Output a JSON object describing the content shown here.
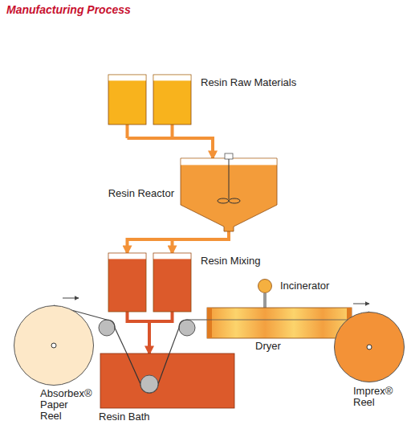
{
  "diagram": {
    "title": "Manufacturing Process",
    "nodes": [
      {
        "text": [
          "Resin Raw Materials"
        ]
      },
      {
        "text": [
          "Resin Reactor"
        ]
      },
      {
        "text": [
          "Resin Mixing"
        ]
      },
      {
        "text": [
          "Absorbex® Paper Reel"
        ]
      },
      {
        "text": [
          "Resin Bath"
        ]
      },
      {
        "text": [
          "Incinerator"
        ]
      },
      {
        "text": [
          "Dryer"
        ]
      },
      {
        "text": [
          "Imprex® Reel"
        ]
      }
    ],
    "edges": [
      {
        "from": 0,
        "to": 1,
        "arrow": "to"
      },
      {
        "from": 1,
        "to": 2,
        "arrow": "to"
      },
      {
        "from": 2,
        "to": 4,
        "arrow": "to"
      },
      {
        "from": 3,
        "to": 4,
        "arrow": "none"
      },
      {
        "from": 4,
        "to": 6,
        "arrow": "none"
      },
      {
        "from": 5,
        "to": 6,
        "arrow": "none"
      },
      {
        "from": 6,
        "to": 7,
        "arrow": "none"
      }
    ]
  }
}
